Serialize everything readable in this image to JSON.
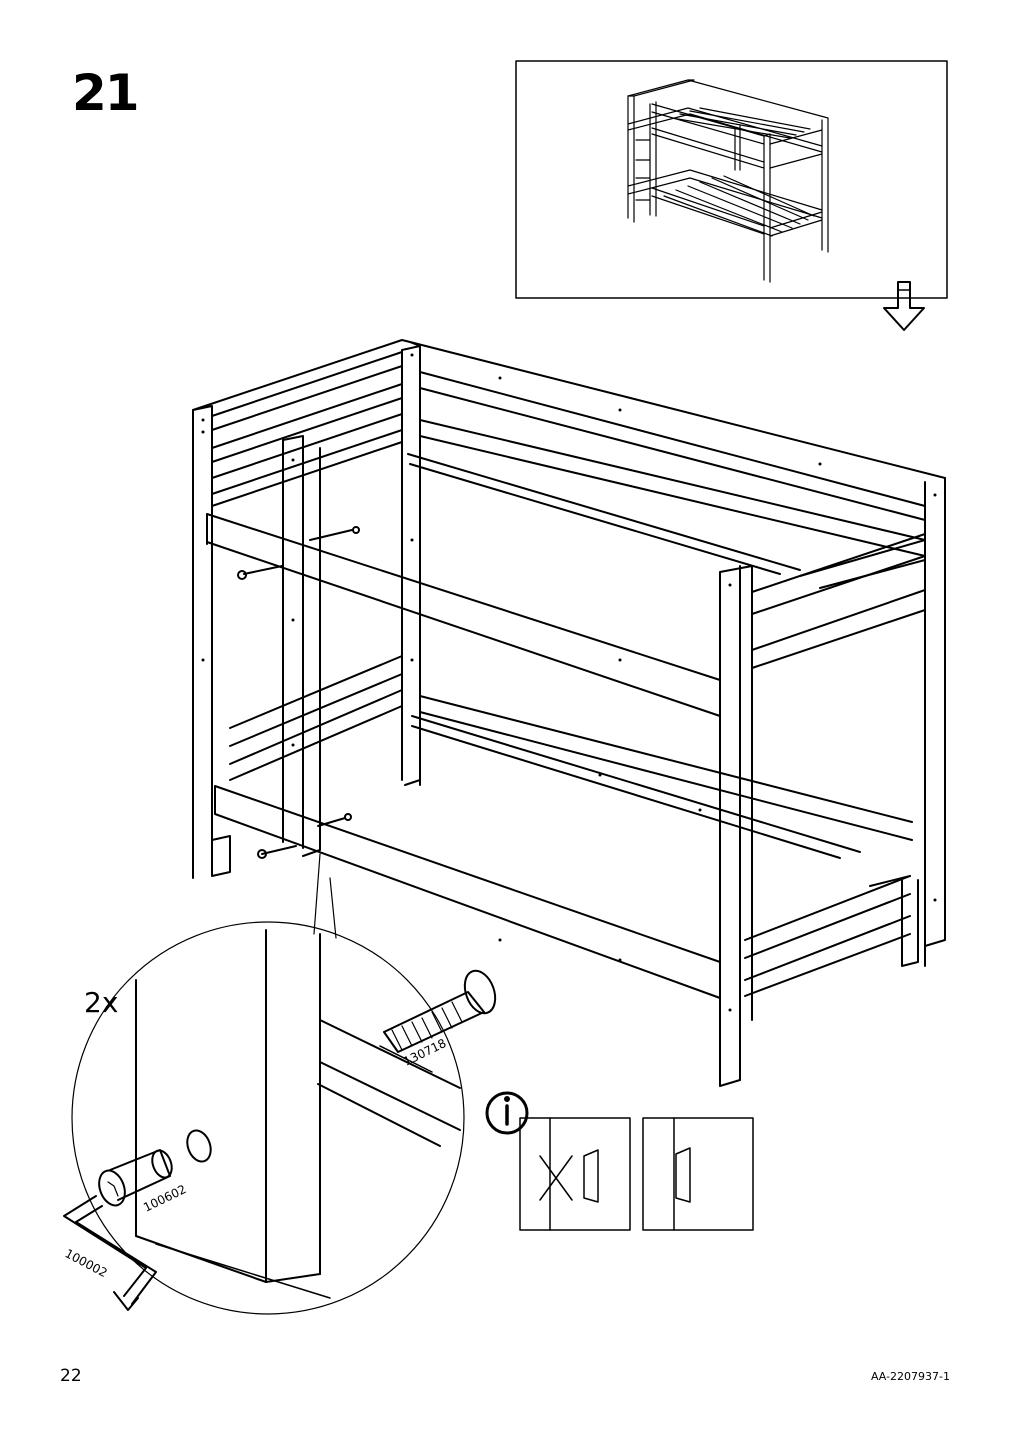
{
  "step": {
    "number": "21"
  },
  "detail": {
    "quantity": "2x",
    "parts": [
      {
        "id": "130718",
        "name": "bolt"
      },
      {
        "id": "100602",
        "name": "barrel-nut"
      },
      {
        "id": "100002",
        "name": "allen-key"
      }
    ]
  },
  "info": {
    "icon": "info-icon"
  },
  "footer": {
    "page_number": "22",
    "doc_code": "AA-2207937-1"
  }
}
